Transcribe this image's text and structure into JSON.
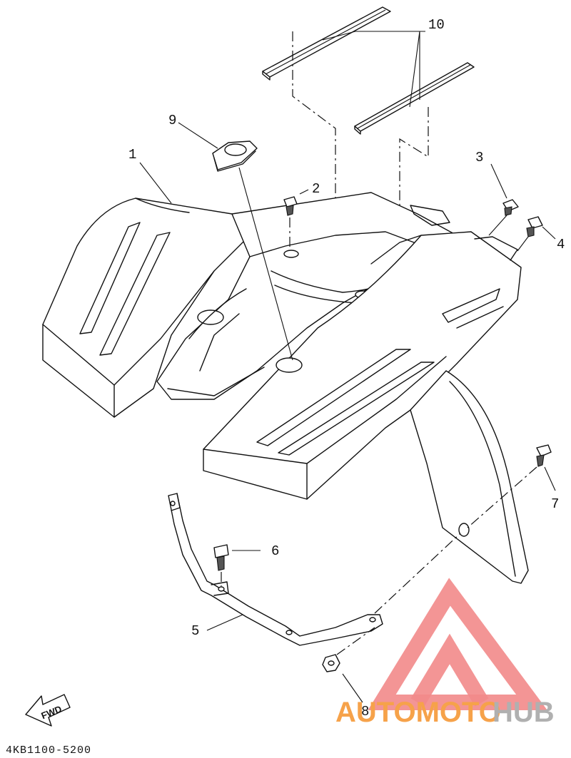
{
  "callouts": {
    "c1": "1",
    "c2": "2",
    "c3": "3",
    "c4": "4",
    "c5": "5",
    "c6": "6",
    "c7": "7",
    "c8": "8",
    "c9": "9",
    "c10": "10"
  },
  "fwd_label": "FWD",
  "diagram_code": "4KB1100-5200",
  "watermark": {
    "part_a": "AUTOMOTO",
    "part_b": "HUB",
    "color_a": "#f6a24a",
    "color_b": "#b0b0b0",
    "logo_color": "#f28a8a"
  }
}
